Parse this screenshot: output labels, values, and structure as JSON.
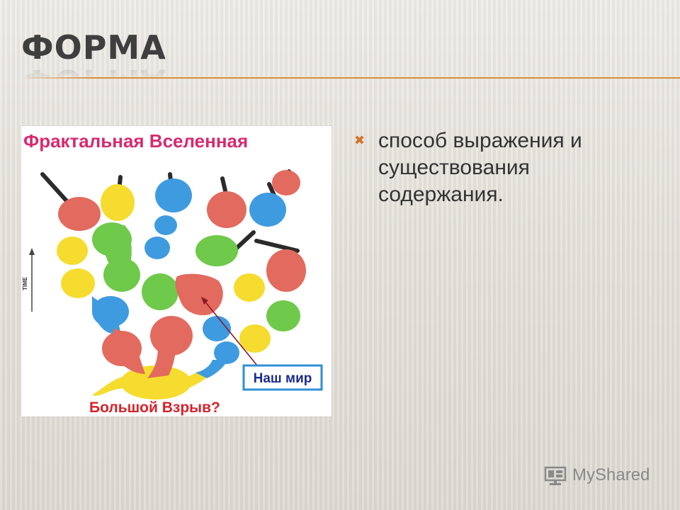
{
  "slide": {
    "title": "ФОРМА",
    "bullets": [
      {
        "text": "способ выражения  и существования содержания."
      }
    ]
  },
  "figure": {
    "heading": "Фрактальная Вселенная",
    "axis_label": "TIME",
    "callout": "Наш мир",
    "footer": "Большой Взрыв?"
  },
  "watermark": {
    "text": "MyShared"
  },
  "colors": {
    "accent": "#da8c3c",
    "title": "#3f3f3f",
    "figure_heading": "#d62a6e",
    "figure_footer": "#d6232a",
    "callout_text": "#1a2c8f",
    "callout_border": "#2f8fd6"
  }
}
